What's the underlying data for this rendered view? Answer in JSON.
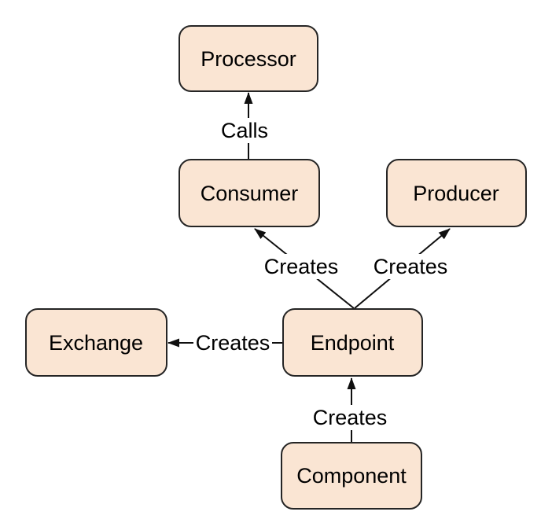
{
  "diagram": {
    "type": "node-edge-architecture-diagram",
    "colors": {
      "background": "#FFFFFF",
      "node_fill": "#FAE5D3",
      "node_border": "#252525",
      "edge_line": "#0F0F0F",
      "label_text": "#000000"
    },
    "nodes": [
      {
        "id": "processor",
        "label": "Processor"
      },
      {
        "id": "consumer",
        "label": "Consumer"
      },
      {
        "id": "producer",
        "label": "Producer"
      },
      {
        "id": "exchange",
        "label": "Exchange"
      },
      {
        "id": "endpoint",
        "label": "Endpoint"
      },
      {
        "id": "component",
        "label": "Component"
      }
    ],
    "edges": [
      {
        "from": "Consumer",
        "to": "Processor",
        "label": "Calls"
      },
      {
        "from": "Endpoint",
        "to": "Consumer",
        "label": "Creates"
      },
      {
        "from": "Endpoint",
        "to": "Producer",
        "label": "Creates"
      },
      {
        "from": "Endpoint",
        "to": "Exchange",
        "label": "Creates"
      },
      {
        "from": "Component",
        "to": "Endpoint",
        "label": "Creates"
      }
    ]
  }
}
